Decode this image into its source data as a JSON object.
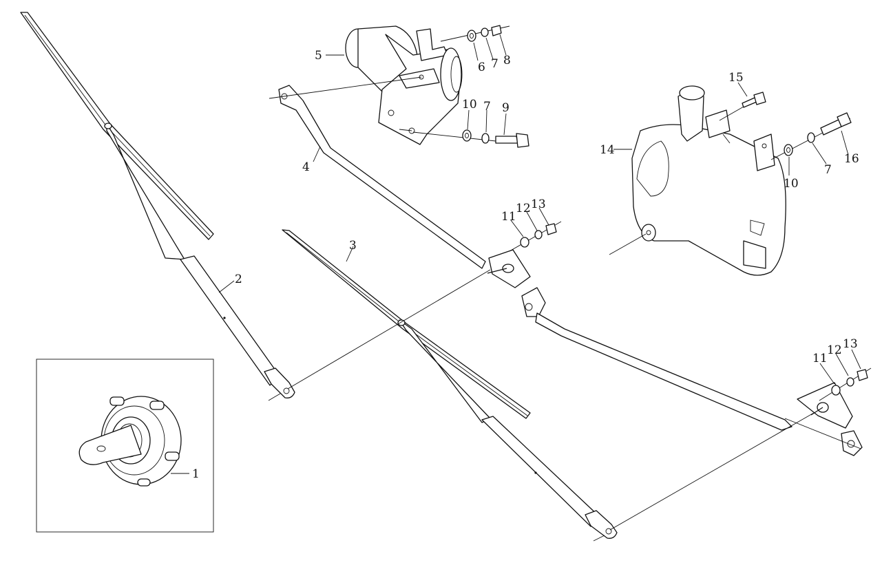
{
  "callouts": {
    "c1": "1",
    "c2": "2",
    "c3": "3",
    "c4": "4",
    "c5": "5",
    "c6": "6",
    "c7a": "7",
    "c8": "8",
    "c10a": "10",
    "c7b": "7",
    "c9": "9",
    "c11a": "11",
    "c12a": "12",
    "c13a": "13",
    "c11b": "11",
    "c12b": "12",
    "c13b": "13",
    "c14": "14",
    "c15": "15",
    "c16": "16",
    "c10b": "10",
    "c7c": "7"
  },
  "colors": {
    "line": "#111111",
    "background": "#ffffff"
  }
}
